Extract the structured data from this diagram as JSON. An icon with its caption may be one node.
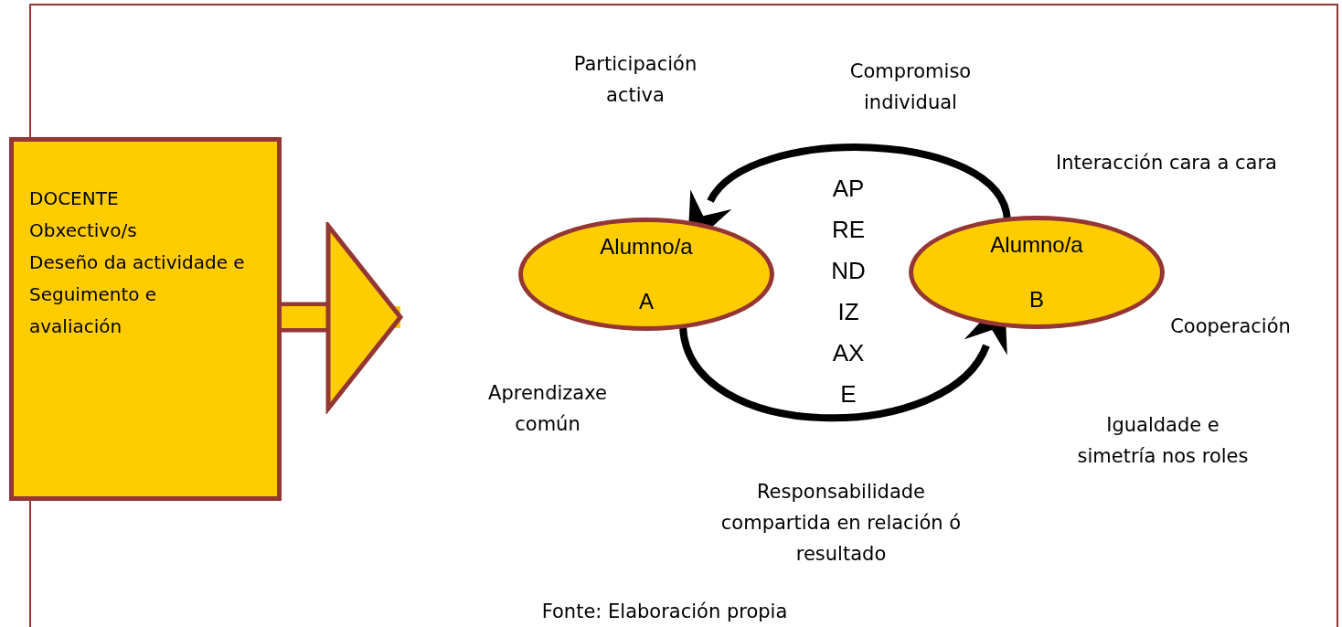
{
  "diagram": {
    "caption": "Fonte: Elaboración propia",
    "nodes": [
      {
        "text": [
          "DOCENTE",
          "Obxectivo/s",
          "Deseño da actividade e",
          "Seguimento e avaliación"
        ]
      },
      {
        "text": [
          "Alumno/a",
          "A"
        ]
      },
      {
        "text": [
          "Alumno/a",
          "B"
        ]
      }
    ],
    "edges": [
      {
        "from": 0,
        "to": null,
        "arrow": "to",
        "style": "thick",
        "color": "#ffcc00"
      },
      {
        "from": 2,
        "to": 1,
        "arrow": "to"
      },
      {
        "from": 1,
        "to": 2,
        "arrow": "to"
      }
    ],
    "labels": [
      "Participación activa",
      "Compromiso individual",
      "Interacción cara a cara",
      "AP RE ND IZ AX E",
      "Cooperación",
      "Aprendizaxe común",
      "Igualdade e simetría nos roles",
      "Responsabilidade compartida en relación ó resultado"
    ]
  }
}
